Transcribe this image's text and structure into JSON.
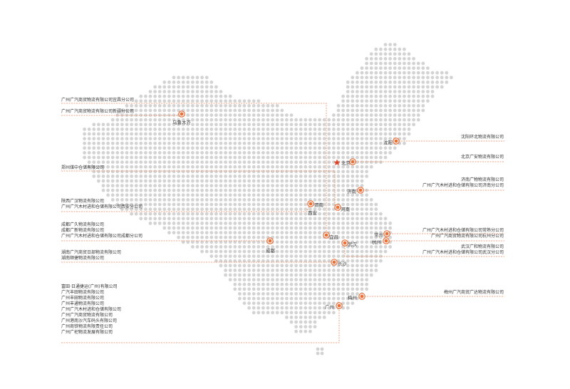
{
  "colors": {
    "dot": "#d3d3d3",
    "accent": "#e8703a",
    "line": "#ec8a60",
    "text": "#333333"
  },
  "capital_icon": "star-icon",
  "marker_icon": "location-dot-icon",
  "cities": {
    "urumqi": "乌鲁木齐",
    "shenyang": "沈阳",
    "beijing": "北京",
    "jinan": "济南",
    "xian": "西安",
    "weinan": "渭南",
    "henan": "河南",
    "yichang": "宜昌",
    "chengdu": "成都",
    "wuhan": "武汉",
    "changsha": "长沙",
    "changshu": "常州",
    "hangzhou": "杭州",
    "meizhou": "梅州",
    "guangzhou": "广州"
  },
  "left_labels": {
    "yichang_branch": "广州广汽商贸物流有限公司宜昌分公司",
    "xinjiang_branch": "广州广汽商贸物流有限公司新疆分公司",
    "zhengzhou": "郑州煤中仓储有限公司",
    "shaanxi": [
      "陕西广汉物流有限公司",
      "广州广汽木村进和仓储有限公司西安分公司"
    ],
    "chengdu": [
      "成都广久物流有限公司",
      "成都广新物流有限公司",
      "广州广汽木村进和仓储有限公司成都分公司"
    ],
    "hunan": [
      "湖南广汽商贸日部物流有限公司",
      "湖南顺捷物流有限公司"
    ],
    "guangzhou": [
      "富田·日通捷运(广州)有限公司",
      "广汽丰田物流有限公司",
      "广州丰田物流有限公司",
      "广州丰通物流有限公司",
      "广州广汽木村进和仓储有限公司",
      "广州广汽商贸物流有限公司",
      "广州港南沙汽车码头有限公司",
      "广州商铁物流有限责任公司",
      "广州广祀物流发展有限公司"
    ]
  },
  "right_labels": {
    "shenyang": "沈阳环北物流有限公司",
    "beijing": "北京广安物流有限公司",
    "jinan": [
      "济南广物物流有限公司",
      "广州广汽木村进和仓储有限公司济南分公司"
    ],
    "changshu": [
      "广州广汽木村进和仓储有限公司常熟分公司",
      "广州广汽商贸物流有限公司杭州分公司"
    ],
    "wuhan": [
      "武汉广和物流有限公司",
      "广州广汽木村进和仓储有限公司武汉分公司"
    ],
    "meizhou": "梅州广汽商贸广达物流有限公司"
  }
}
